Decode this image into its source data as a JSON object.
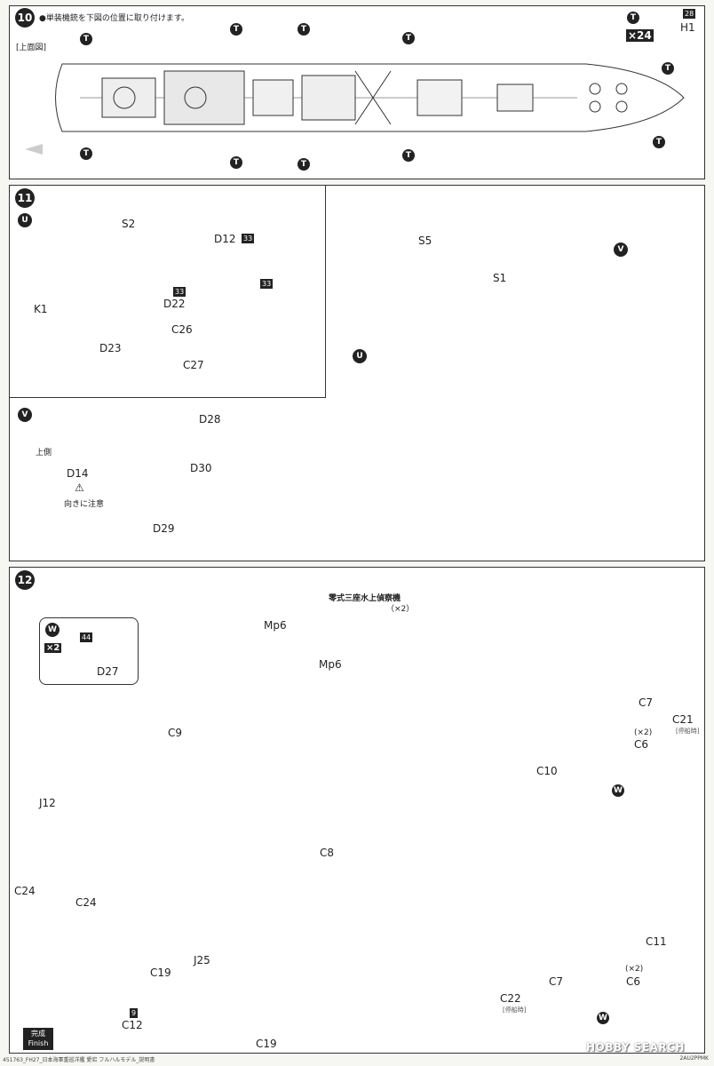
{
  "step10": {
    "number": "10",
    "instruction": "●単装機銃を下図の位置に取り付けます。",
    "view_label": "[上面図]",
    "marker": "T",
    "count": "×24",
    "part_ref": "H1",
    "part_sprue": "28"
  },
  "step11": {
    "number": "11",
    "sub_u": "U",
    "sub_v": "V",
    "parts": {
      "S2": "S2",
      "D12": "D12",
      "D12_sprue": "33",
      "D22": "D22",
      "D22_sprue": "33",
      "sprue_33b": "33",
      "K1": "K1",
      "D23": "D23",
      "C26": "C26",
      "C27": "C27",
      "S5": "S5",
      "S1": "S1",
      "D28": "D28",
      "D14": "D14",
      "D30": "D30",
      "D29": "D29"
    },
    "up_side": "上側",
    "caution": "向きに注意"
  },
  "step12": {
    "number": "12",
    "sub_w": "W",
    "w_count": "×2",
    "w_sprue": "44",
    "plane_title": "零式三座水上偵察機",
    "plane_count": "（×2）",
    "parts": {
      "D27": "D27",
      "Mp6a": "Mp6",
      "Mp6b": "Mp6",
      "C7a": "C7",
      "C21": "C21",
      "C21_note": "[停船時]",
      "C6a": "C6",
      "C6a_count": "(×2)",
      "C9": "C9",
      "C10": "C10",
      "J12": "J12",
      "C8": "C8",
      "C24a": "C24",
      "C24b": "C24",
      "C11": "C11",
      "C6b": "C6",
      "C6b_count": "(×2)",
      "C7b": "C7",
      "C22": "C22",
      "C22_note": "[停船時]",
      "J25": "J25",
      "C19a": "C19",
      "C19b": "C19",
      "C12": "C12",
      "C12_sprue": "9"
    },
    "finish_jp": "完成",
    "finish_en": "Finish"
  },
  "footer": {
    "left": "451763_FH27_日本海軍重巡洋艦 愛宕 フルハルモデル_説明書",
    "right": "2AU2PPMK",
    "watermark": "HOBBY SEARCH"
  }
}
